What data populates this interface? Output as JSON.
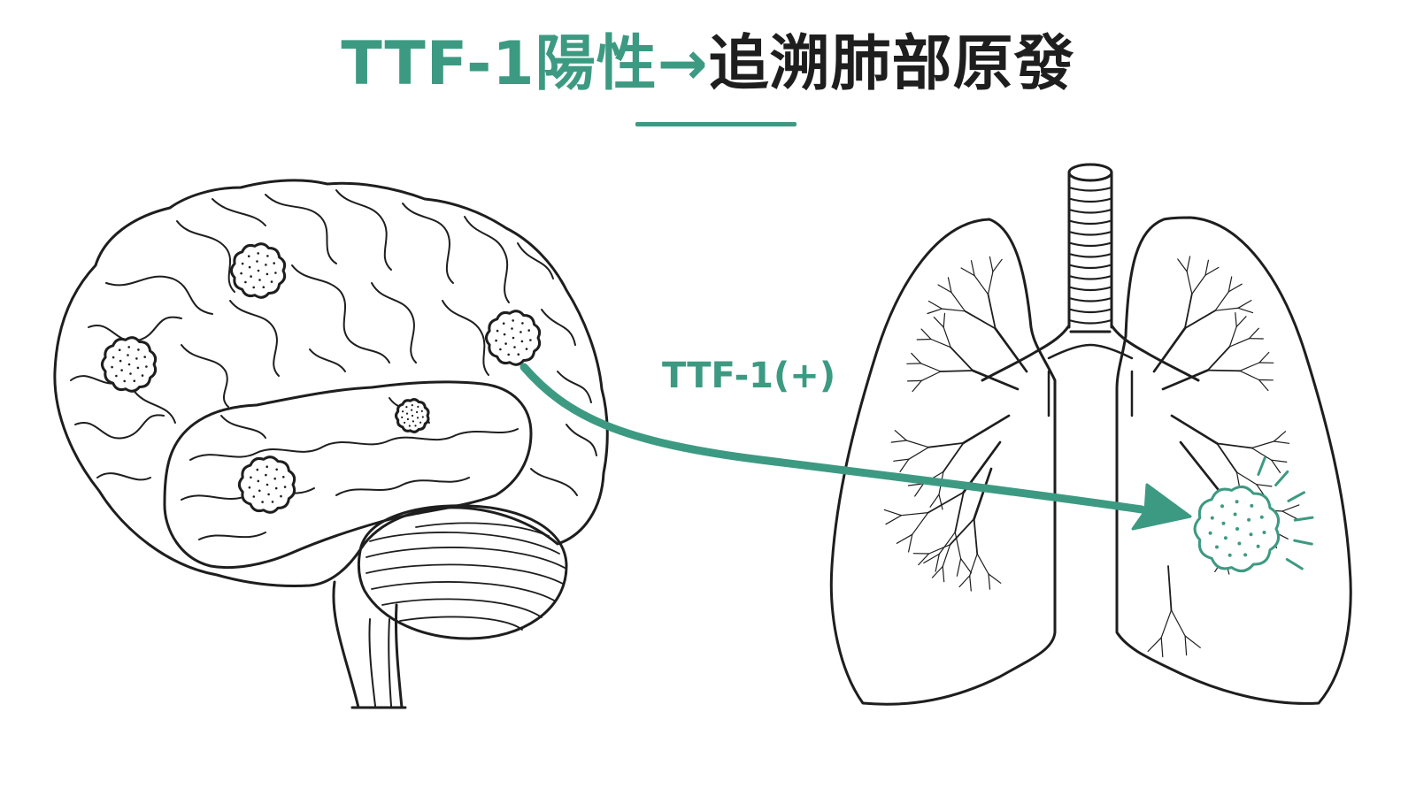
{
  "title": {
    "accent_text": "TTF-1陽性→",
    "dark_text": "追溯肺部原發"
  },
  "arrow_label": "TTF-1(+)",
  "colors": {
    "accent": "#3d9a82",
    "ink": "#1e1e1e",
    "background": "#ffffff"
  },
  "icons": {
    "brain": "brain-illustration",
    "lungs": "lungs-illustration",
    "arrow": "curved-arrow"
  }
}
